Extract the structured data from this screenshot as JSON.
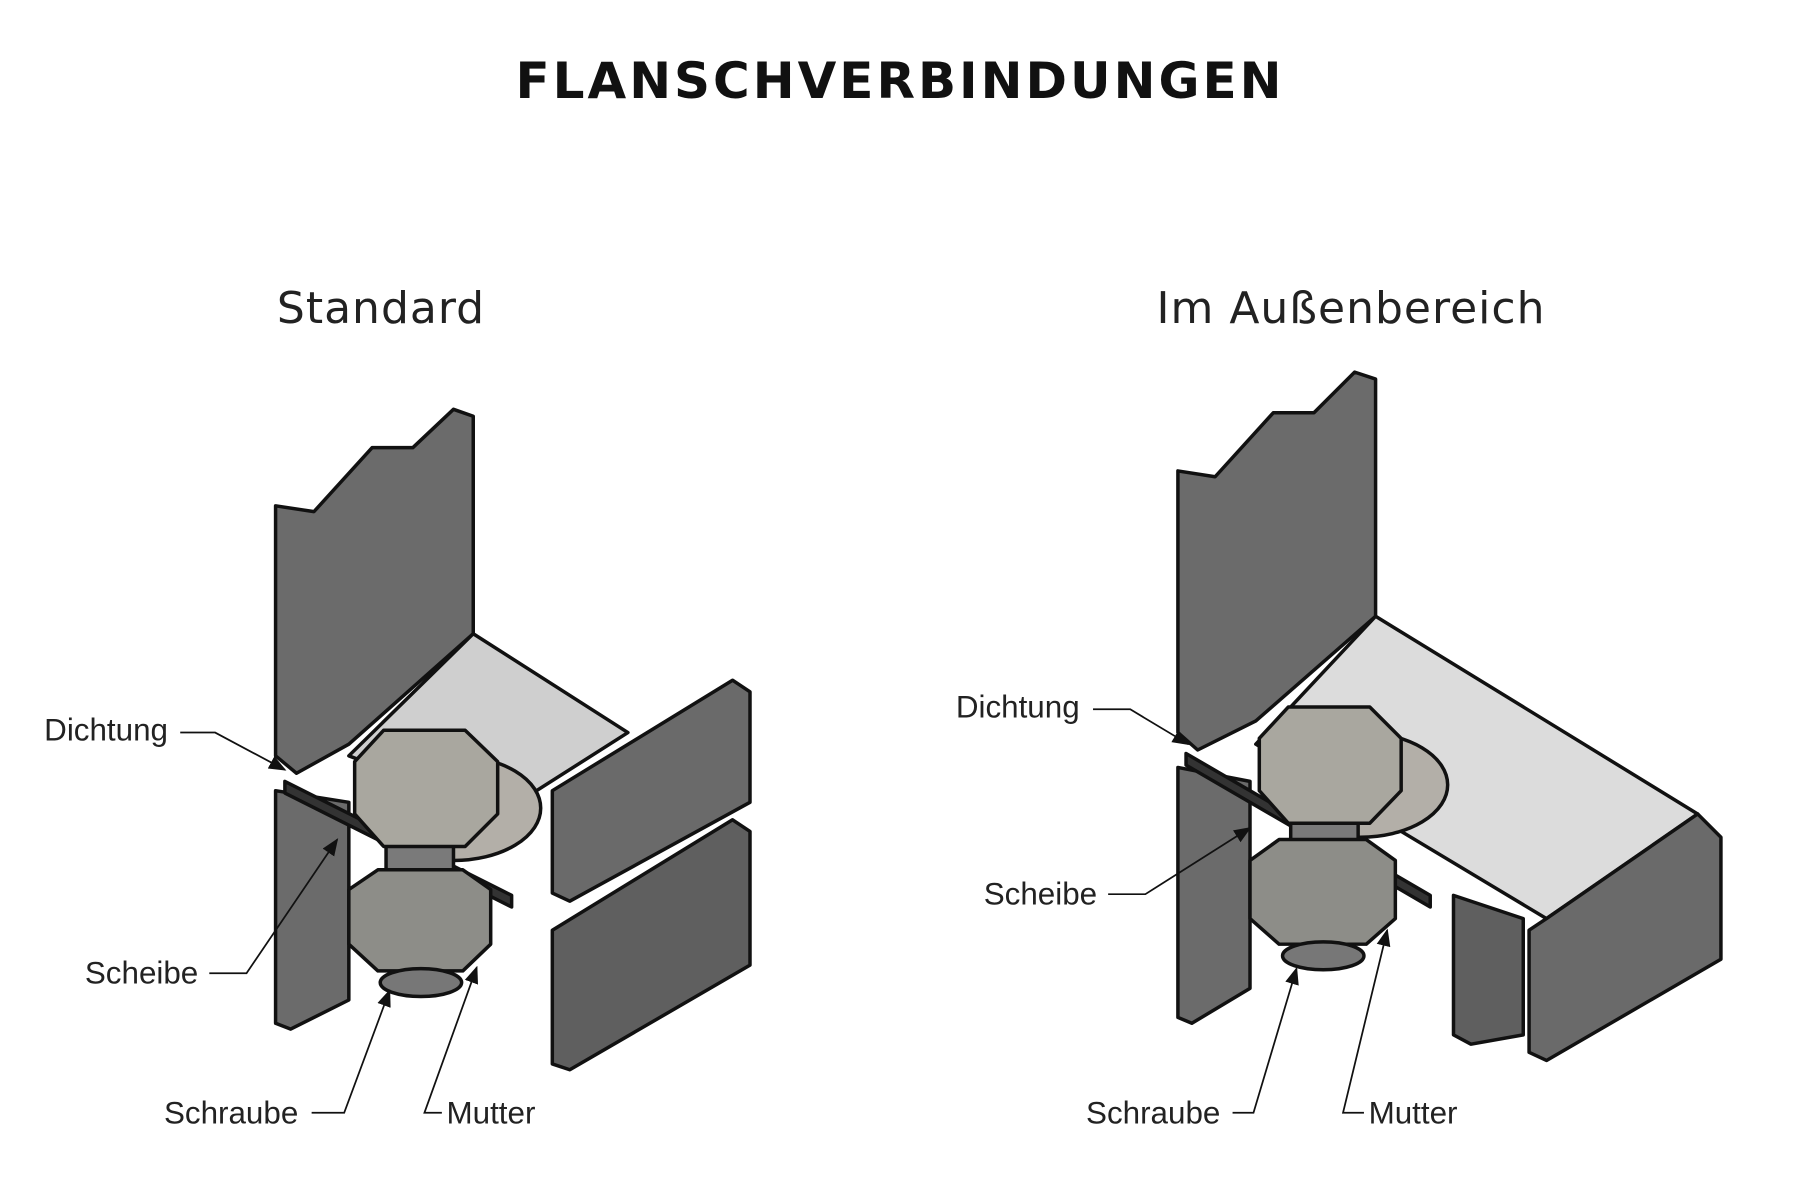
{
  "title": "FLANSCHVERBINDUNGEN",
  "panels": [
    {
      "heading": "Standard",
      "labels": {
        "seal": "Dichtung",
        "washer": "Scheibe",
        "bolt": "Schraube",
        "nut": "Mutter"
      }
    },
    {
      "heading": "Im Außenbereich",
      "labels": {
        "seal": "Dichtung",
        "washer": "Scheibe",
        "bolt": "Schraube",
        "nut": "Mutter"
      }
    }
  ],
  "colors": {
    "plate_dark": "#6b6b6b",
    "plate_light": "#cfcfcf",
    "bolt": "#a9a79f",
    "text": "#222222"
  }
}
